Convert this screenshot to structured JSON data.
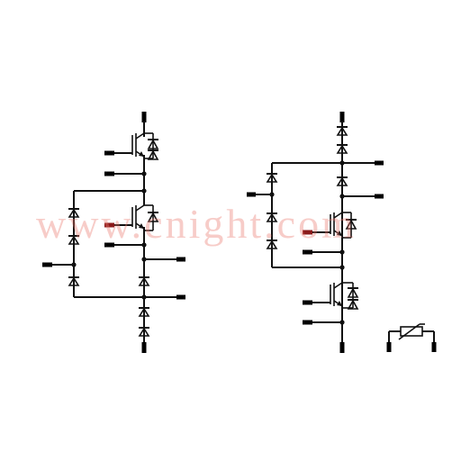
{
  "watermark": {
    "text": "www.cnight.com",
    "color": "#eb786e"
  },
  "colors": {
    "line": "#111111",
    "gate_pin": "#8b1a1a",
    "background": "#ffffff"
  },
  "symbols": {
    "left_circuit": "three-level-npc-leg",
    "right_circuit": "chopper-leg",
    "legend": "thermistor"
  }
}
